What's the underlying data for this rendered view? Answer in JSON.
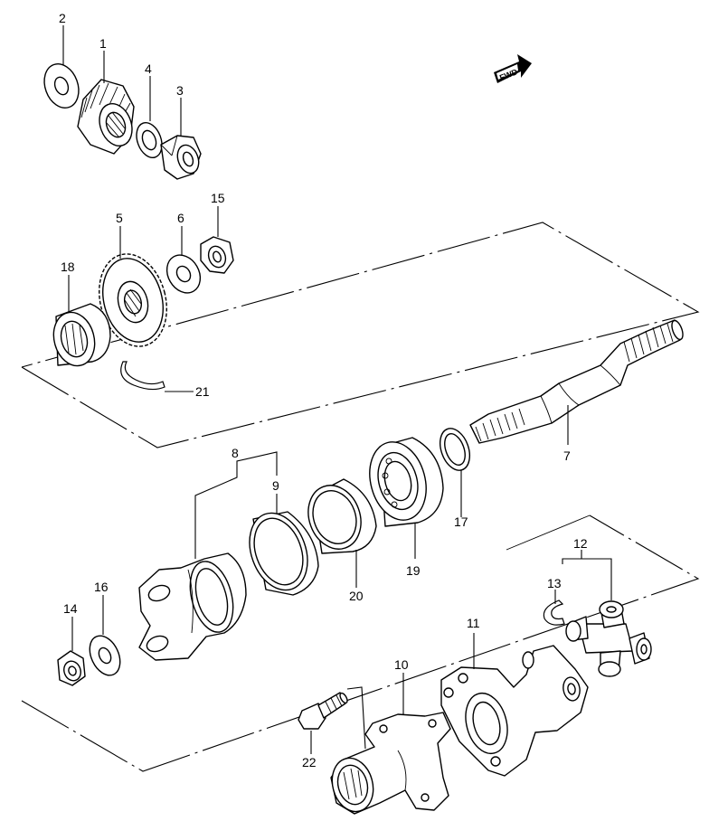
{
  "diagram": {
    "direction_badge": "FWD",
    "callouts": [
      "1",
      "2",
      "3",
      "4",
      "5",
      "6",
      "7",
      "8",
      "9",
      "10",
      "11",
      "12",
      "13",
      "14",
      "15",
      "16",
      "17",
      "18",
      "19",
      "20",
      "21",
      "22"
    ]
  }
}
